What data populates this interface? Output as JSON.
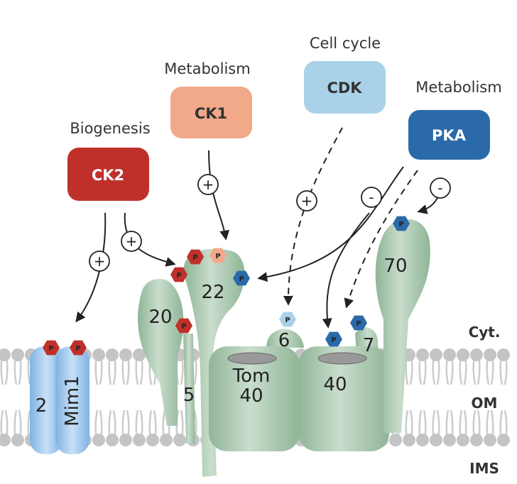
{
  "colors": {
    "ck2": "#c0302b",
    "ck1": "#f2a98a",
    "cdk": "#a9d2e8",
    "pka": "#2b6aa9",
    "protein": "#9dbfa4",
    "mim1": "#8fbde8",
    "lipid": "#c4c4c4"
  },
  "process_labels": {
    "biogenesis": "Biogenesis",
    "metabolism_ck1": "Metabolism",
    "cell_cycle": "Cell cycle",
    "metabolism_pka": "Metabolism"
  },
  "kinases": {
    "ck2": "CK2",
    "ck1": "CK1",
    "cdk": "CDK",
    "pka": "PKA"
  },
  "signs": {
    "plus": "+",
    "minus": "-"
  },
  "phospho": "P",
  "proteins": {
    "mim1": "Mim1",
    "mim2": "2",
    "tom20": "20",
    "tom22": "22",
    "tom5": "5",
    "tom6": "6",
    "tom7": "7",
    "tom70": "70",
    "tom40_a_1": "Tom",
    "tom40_a_2": "40",
    "tom40_b": "40"
  },
  "compartments": {
    "cyt": "Cyt.",
    "om": "OM",
    "ims": "IMS"
  }
}
